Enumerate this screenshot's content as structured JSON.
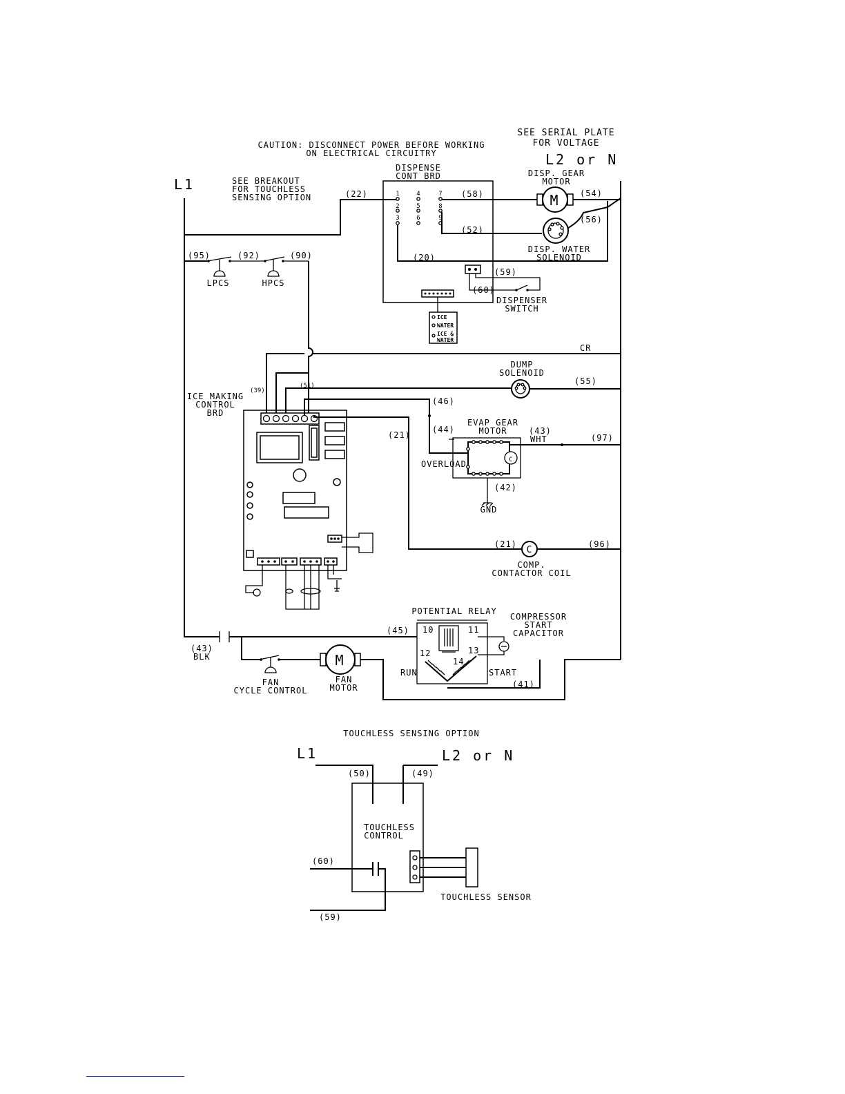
{
  "header": {
    "caution_line1": "CAUTION: DISCONNECT POWER BEFORE WORKING",
    "caution_line2": "ON ELECTRICAL CIRCUITRY",
    "serial_line1": "SEE SERIAL PLATE",
    "serial_line2": "FOR VOLTAGE",
    "l2_label": "L2 or N",
    "l1_label": "L1"
  },
  "breakout_note": [
    "SEE BREAKOUT",
    "FOR TOUCHLESS",
    "SENSING OPTION"
  ],
  "dispense_board": {
    "title_line1": "DISPENSE",
    "title_line2": "CONT BRD",
    "pins": [
      "1",
      "4",
      "7",
      "2",
      "5",
      "8",
      "3",
      "6",
      "9"
    ]
  },
  "selector": [
    "ICE",
    "WATER",
    "ICE &",
    "WATER"
  ],
  "components": {
    "gear_motor_line1": "DISP. GEAR",
    "gear_motor_line2": "MOTOR",
    "water_sol_line1": "DISP. WATER",
    "water_sol_line2": "SOLENOID",
    "disp_switch_line1": "DISPENSER",
    "disp_switch_line2": "SWITCH",
    "lpcs": "LPCS",
    "hpcs": "HPCS",
    "cr": "CR",
    "dump_line1": "DUMP",
    "dump_line2": "SOLENOID",
    "icemaking_line1": "ICE MAKING",
    "icemaking_line2": "CONTROL",
    "icemaking_line3": "BRD",
    "evap_line1": "EVAP GEAR",
    "evap_line2": "MOTOR",
    "overload": "OVERLOAD",
    "wht": "WHT",
    "gnd": "GND",
    "comp_line1": "COMP.",
    "comp_line2": "CONTACTOR COIL",
    "relay_title": "POTENTIAL RELAY",
    "cap_line1": "COMPRESSOR",
    "cap_line2": "START",
    "cap_line3": "CAPACITOR",
    "run": "RUN",
    "start": "START",
    "blk": "BLK",
    "fan_cycle_line1": "FAN",
    "fan_cycle_line2": "CYCLE CONTROL",
    "fan_motor_line1": "FAN",
    "fan_motor_line2": "MOTOR",
    "motor_symbol": "M",
    "contactor_symbol": "C",
    "relay_pins": [
      "10",
      "11",
      "12",
      "13",
      "14"
    ]
  },
  "wires": {
    "w22": "(22)",
    "w58": "(58)",
    "w54": "(54)",
    "w56": "(56)",
    "w52": "(52)",
    "w20": "(20)",
    "w59": "(59)",
    "w60": "(60)",
    "w95": "(95)",
    "w92": "(92)",
    "w90": "(90)",
    "w39": "(39)",
    "w51": "(51)",
    "w55": "(55)",
    "w46": "(46)",
    "w21a": "(21)",
    "w44": "(44)",
    "w43a": "(43)",
    "w97": "(97)",
    "w42": "(42)",
    "w21b": "(21)",
    "w96": "(96)",
    "w45": "(45)",
    "w43b": "(43)",
    "w41": "(41)"
  },
  "touchless": {
    "title": "TOUCHLESS SENSING OPTION",
    "l1": "L1",
    "l2": "L2 or N",
    "w50": "(50)",
    "w49": "(49)",
    "control_line1": "TOUCHLESS",
    "control_line2": "CONTROL",
    "w60": "(60)",
    "w59": "(59)",
    "sensor": "TOUCHLESS SENSOR"
  }
}
